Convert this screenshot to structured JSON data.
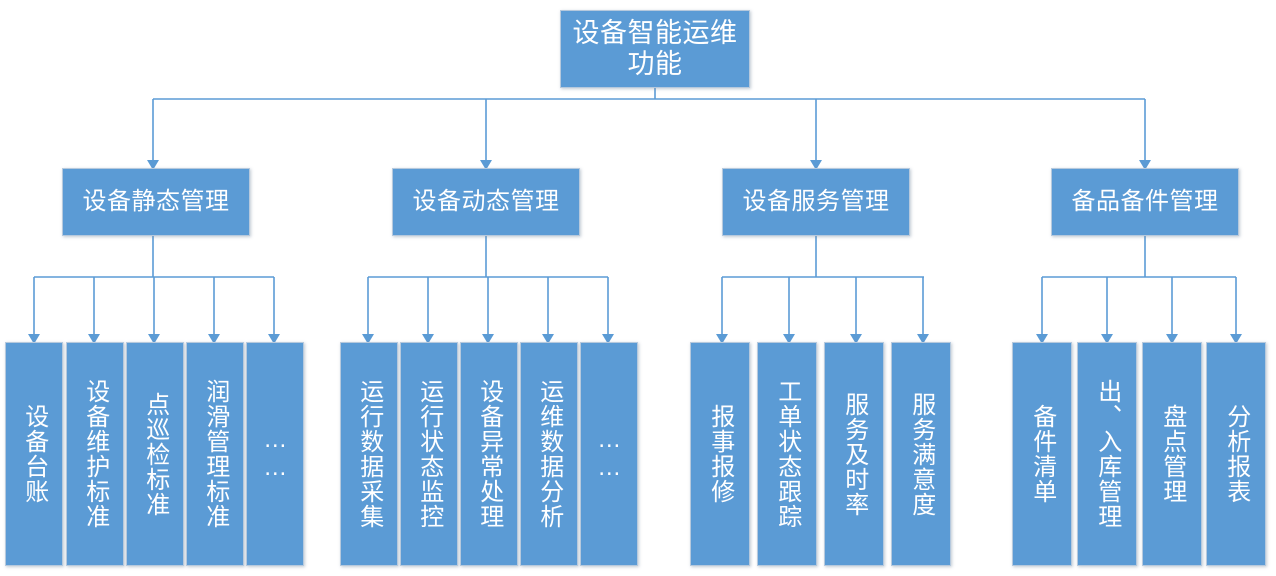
{
  "diagram": {
    "type": "org-hierarchy",
    "orientation": "top-down",
    "accent_color": "#5B9BD5",
    "node_border_color": "#B6C9DD",
    "node_text_color": "#FFFFFF",
    "background_color": "#FFFFFF",
    "root": {
      "label": "设备智能运维功能"
    },
    "branches": [
      {
        "label": "设备静态管理",
        "children": [
          {
            "label": "设备台账"
          },
          {
            "label": "设备维护标准"
          },
          {
            "label": "点巡检标准"
          },
          {
            "label": "润滑管理标准"
          },
          {
            "label": "……"
          }
        ]
      },
      {
        "label": "设备动态管理",
        "children": [
          {
            "label": "运行数据采集"
          },
          {
            "label": "运行状态监控"
          },
          {
            "label": "设备异常处理"
          },
          {
            "label": "运维数据分析"
          },
          {
            "label": "……"
          }
        ]
      },
      {
        "label": "设备服务管理",
        "children": [
          {
            "label": "报事报修"
          },
          {
            "label": "工单状态跟踪"
          },
          {
            "label": "服务及时率"
          },
          {
            "label": "服务满意度"
          }
        ]
      },
      {
        "label": "备品备件管理",
        "children": [
          {
            "label": "备件清单"
          },
          {
            "label": "出、入库管理"
          },
          {
            "label": "盘点管理"
          },
          {
            "label": "分析报表"
          }
        ]
      }
    ]
  }
}
